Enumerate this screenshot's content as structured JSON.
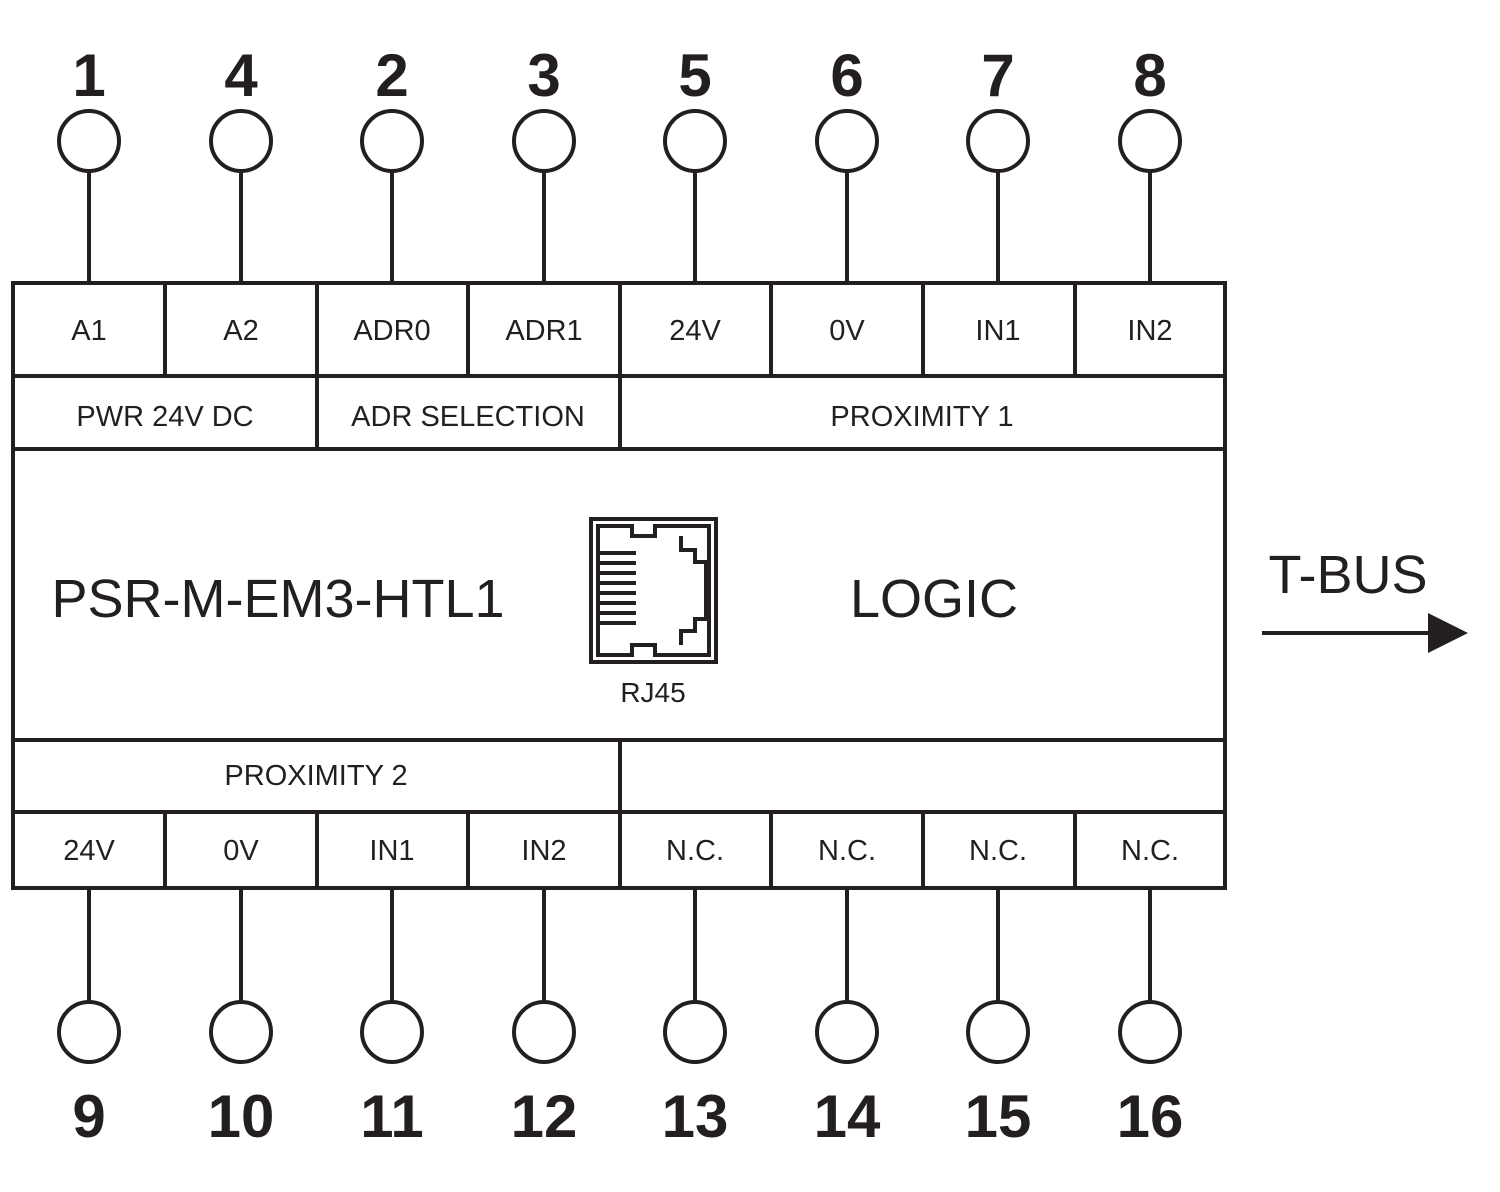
{
  "top_terminals": [
    {
      "number": "1",
      "label": "A1"
    },
    {
      "number": "4",
      "label": "A2"
    },
    {
      "number": "2",
      "label": "ADR0"
    },
    {
      "number": "3",
      "label": "ADR1"
    },
    {
      "number": "5",
      "label": "24V"
    },
    {
      "number": "6",
      "label": "0V"
    },
    {
      "number": "7",
      "label": "IN1"
    },
    {
      "number": "8",
      "label": "IN2"
    }
  ],
  "top_groups": [
    "PWR 24V DC",
    "ADR SELECTION",
    "PROXIMITY 1"
  ],
  "device": {
    "model": "PSR-M-EM3-HTL1",
    "logic": "LOGIC",
    "connector": "RJ45"
  },
  "bus": {
    "label": "T-BUS"
  },
  "bottom_groups": [
    "PROXIMITY 2",
    ""
  ],
  "bottom_terminals": [
    {
      "number": "9",
      "label": "24V"
    },
    {
      "number": "10",
      "label": "0V"
    },
    {
      "number": "11",
      "label": "IN1"
    },
    {
      "number": "12",
      "label": "IN2"
    },
    {
      "number": "13",
      "label": "N.C."
    },
    {
      "number": "14",
      "label": "N.C."
    },
    {
      "number": "15",
      "label": "N.C."
    },
    {
      "number": "16",
      "label": "N.C."
    }
  ]
}
